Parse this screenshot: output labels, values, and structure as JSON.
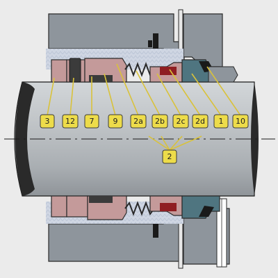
{
  "diagram": {
    "callouts": [
      {
        "id": "3",
        "text": "3"
      },
      {
        "id": "12",
        "text": "12"
      },
      {
        "id": "7",
        "text": "7"
      },
      {
        "id": "9",
        "text": "9"
      },
      {
        "id": "2a",
        "text": "2a"
      },
      {
        "id": "2b",
        "text": "2b"
      },
      {
        "id": "2c",
        "text": "2c"
      },
      {
        "id": "2d",
        "text": "2d"
      },
      {
        "id": "1",
        "text": "1"
      },
      {
        "id": "10",
        "text": "10"
      },
      {
        "id": "2",
        "text": "2"
      }
    ],
    "colors": {
      "background": "#ebebeb",
      "housing": "#8e959c",
      "shaft": "#b4b9bd",
      "shaft_dark": "#6f757a",
      "rotating_parts": "#c49a9a",
      "spring": "#3a3a3a",
      "stationary_seat": "#4f7580",
      "red_part": "#8f1e22",
      "label_fill": "#eddc4a",
      "seal_chamber": "#cfd6e3"
    }
  }
}
